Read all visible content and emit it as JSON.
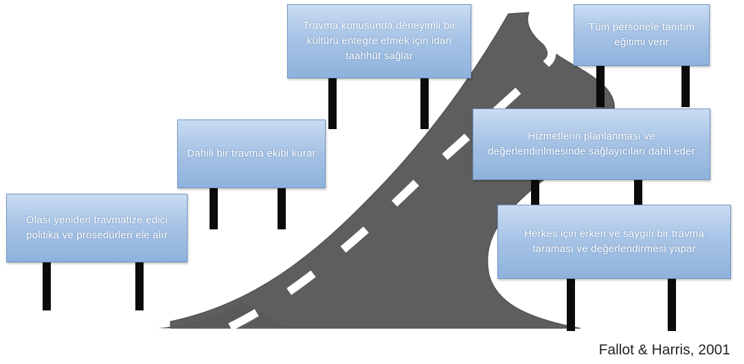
{
  "signs": {
    "s1": "Olası yeniden travmatize edici politika ve prosedürleri ele alır",
    "s2": "Dahili bir travma ekibi kurar",
    "s3": "Travma konusunda deneyimli bir kültürü entegre etmek için idari taahhüt sağlar",
    "s4": "Tüm personele tanıtım eğitimi verir",
    "s5": "Hizmetlerin planlanması ve değerlendirilmesinde sağlayıcıları dahil eder",
    "s6": "Herkes için erken ve saygılı bir travma taraması ve değerlendirmesi yapar"
  },
  "credit": "Fallot & Harris, 2001",
  "colors": {
    "road": "#5e5e5e",
    "road_edge": "#4a4a4a",
    "lane_marking": "#ffffff",
    "sign_fill": "#a8c4e6",
    "sign_border": "#6f94c4",
    "post": "#0b0b0b"
  }
}
